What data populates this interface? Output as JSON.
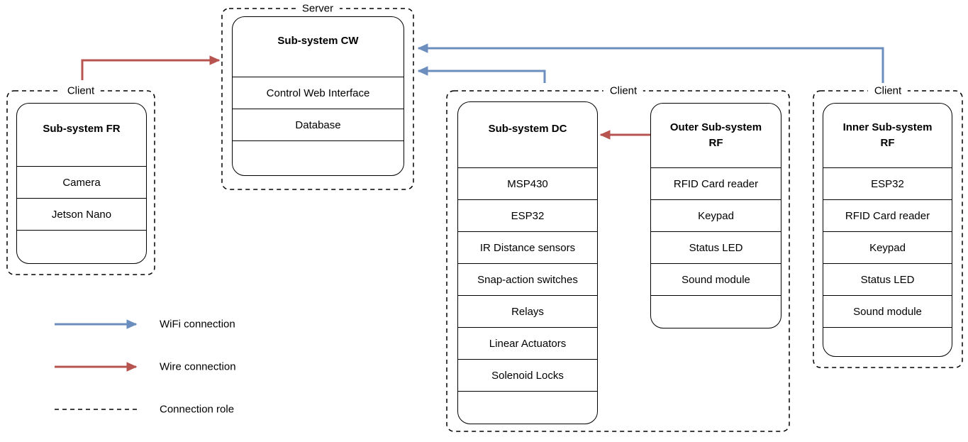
{
  "diagram": {
    "colors": {
      "wifi": "#6c8ebf",
      "wire": "#b85450",
      "line": "#000000",
      "background": "#ffffff"
    },
    "groups": {
      "server": {
        "role": "Server"
      },
      "client_fr": {
        "role": "Client"
      },
      "client_dc": {
        "role": "Client"
      },
      "client_inner": {
        "role": "Client"
      }
    },
    "nodes": {
      "cw": {
        "title": "Sub-system CW",
        "rows": [
          "Control Web Interface",
          "Database"
        ]
      },
      "fr": {
        "title": "Sub-system FR",
        "rows": [
          "Camera",
          "Jetson Nano"
        ]
      },
      "dc": {
        "title": "Sub-system DC",
        "rows": [
          "MSP430",
          "ESP32",
          "IR Distance sensors",
          "Snap-action switches",
          "Relays",
          "Linear Actuators",
          "Solenoid Locks"
        ]
      },
      "outer_rf": {
        "title": "Outer Sub-system RF",
        "rows": [
          "RFID Card reader",
          "Keypad",
          "Status LED",
          "Sound module"
        ]
      },
      "inner_rf": {
        "title": "Inner Sub-system RF",
        "rows": [
          "ESP32",
          "RFID Card reader",
          "Keypad",
          "Status LED",
          "Sound module"
        ]
      }
    },
    "connections": [
      {
        "from": "Sub-system FR",
        "to": "Sub-system CW",
        "type": "Wire connection"
      },
      {
        "from": "Sub-system DC (Client)",
        "to": "Sub-system CW",
        "type": "WiFi connection"
      },
      {
        "from": "Inner Sub-system RF (Client)",
        "to": "Sub-system CW",
        "type": "WiFi connection"
      },
      {
        "from": "Outer Sub-system RF",
        "to": "Sub-system DC",
        "type": "Wire connection"
      }
    ],
    "legend": {
      "wifi": {
        "label": "WiFi connection",
        "color": "#6c8ebf"
      },
      "wire": {
        "label": "Wire connection",
        "color": "#b85450"
      },
      "role": {
        "label": "Connection role",
        "style": "dashed"
      }
    }
  }
}
